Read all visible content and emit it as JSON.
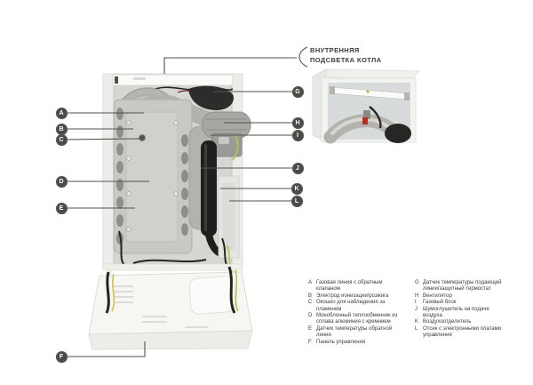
{
  "inset": {
    "label_line1": "ВНУТРЕННЯЯ",
    "label_line2": "ПОДСВЕТКА КОТЛА"
  },
  "legend": {
    "left": [
      {
        "letter": "A",
        "text": "Газовая линия с обратным клапаном"
      },
      {
        "letter": "B",
        "text": "Электрод ионизации/розжига"
      },
      {
        "letter": "C",
        "text": "Окошко для наблюдения за пламенем"
      },
      {
        "letter": "D",
        "text": "Моноблочный теплообменник из сплава алюминия с кремнием"
      },
      {
        "letter": "E",
        "text": "Датчик температуры обратной линии"
      },
      {
        "letter": "F",
        "text": "Панель управления"
      }
    ],
    "right": [
      {
        "letter": "G",
        "text": "Датчик температуры подающей линии/защитный термостат"
      },
      {
        "letter": "H",
        "text": "Вентилятор"
      },
      {
        "letter": "I",
        "text": "Газовый блок"
      },
      {
        "letter": "J",
        "text": "Шумоглушитель на подаче воздуха"
      },
      {
        "letter": "K",
        "text": "Воздухоотделитель"
      },
      {
        "letter": "L",
        "text": "Отсек с электронными платами управления"
      }
    ]
  },
  "colors": {
    "callout_circle": "#4a4a47",
    "callout_letter": "#ffffff",
    "leader_line": "#55524e",
    "text": "#3d3d3a",
    "accent_red": "#c23222"
  }
}
